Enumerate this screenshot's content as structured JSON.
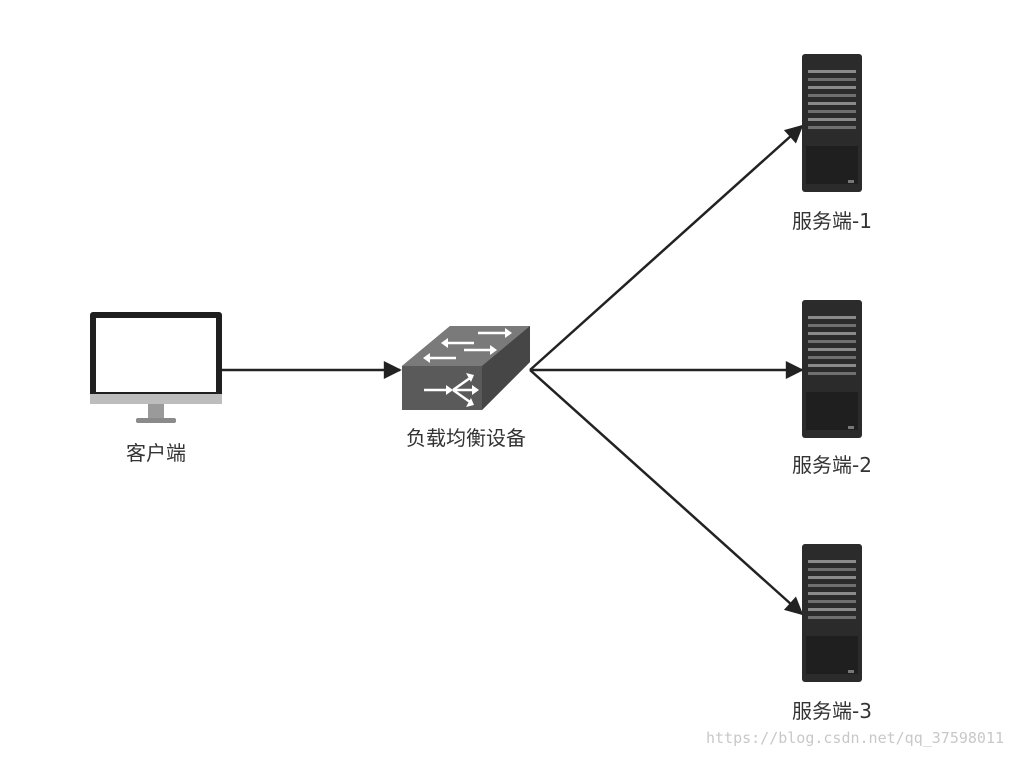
{
  "nodes": {
    "client": {
      "label": "客户端"
    },
    "load_balancer": {
      "label": "负载均衡设备"
    },
    "servers": [
      {
        "label": "服务端-1"
      },
      {
        "label": "服务端-2"
      },
      {
        "label": "服务端-3"
      }
    ]
  },
  "icons": {
    "client": "monitor-icon",
    "load_balancer": "network-switch-icon",
    "server": "server-rack-icon"
  },
  "colors": {
    "edge": "#222222",
    "server_body": "#2b2b2b",
    "switch_body": "#5e5e5e",
    "monitor_frame": "#1f1f1f"
  },
  "watermark": "https://blog.csdn.net/qq_37598011"
}
